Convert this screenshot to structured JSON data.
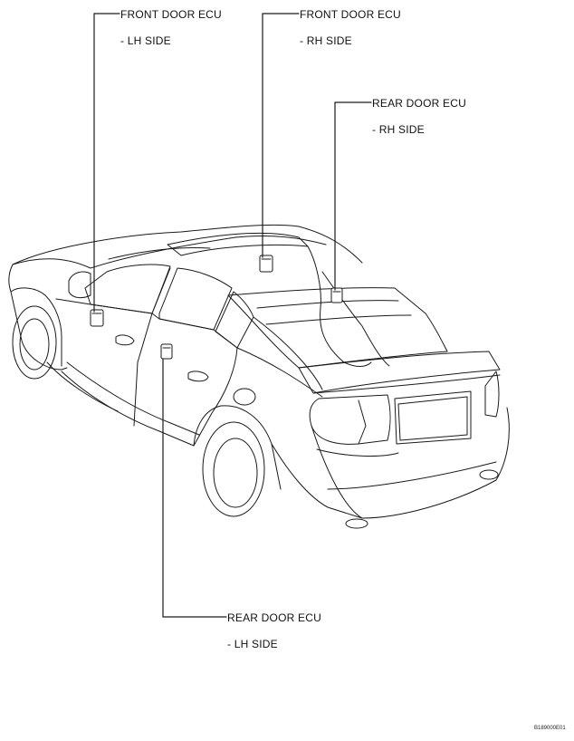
{
  "labels": {
    "front_lh": {
      "title": "FRONT DOOR ECU",
      "side": "- LH SIDE"
    },
    "front_rh": {
      "title": "FRONT DOOR ECU",
      "side": "- RH SIDE"
    },
    "rear_rh": {
      "title": "REAR DOOR ECU",
      "side": "- RH SIDE"
    },
    "rear_lh": {
      "title": "REAR DOOR ECU",
      "side": "- LH SIDE"
    }
  },
  "figure_code": "B189000E01"
}
